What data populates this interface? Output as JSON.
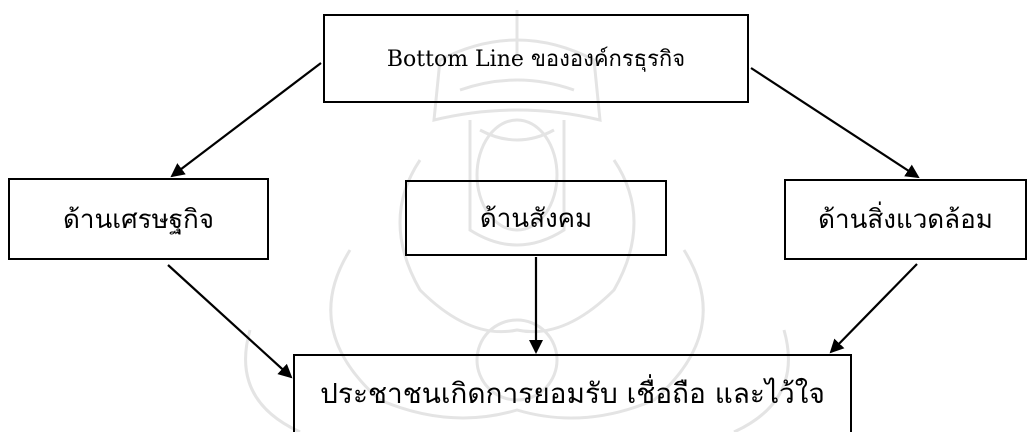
{
  "diagram": {
    "top_box": "Bottom Line ขององค์กรธุรกิจ",
    "economic_box": "ด้านเศรษฐกิจ",
    "social_box": "ด้านสังคม",
    "environment_box": "ด้านสิ่งแวดล้อม",
    "bottom_box": "ประชาชนเกิดการยอมรับ เชื่อถือ และไว้ใจ"
  }
}
